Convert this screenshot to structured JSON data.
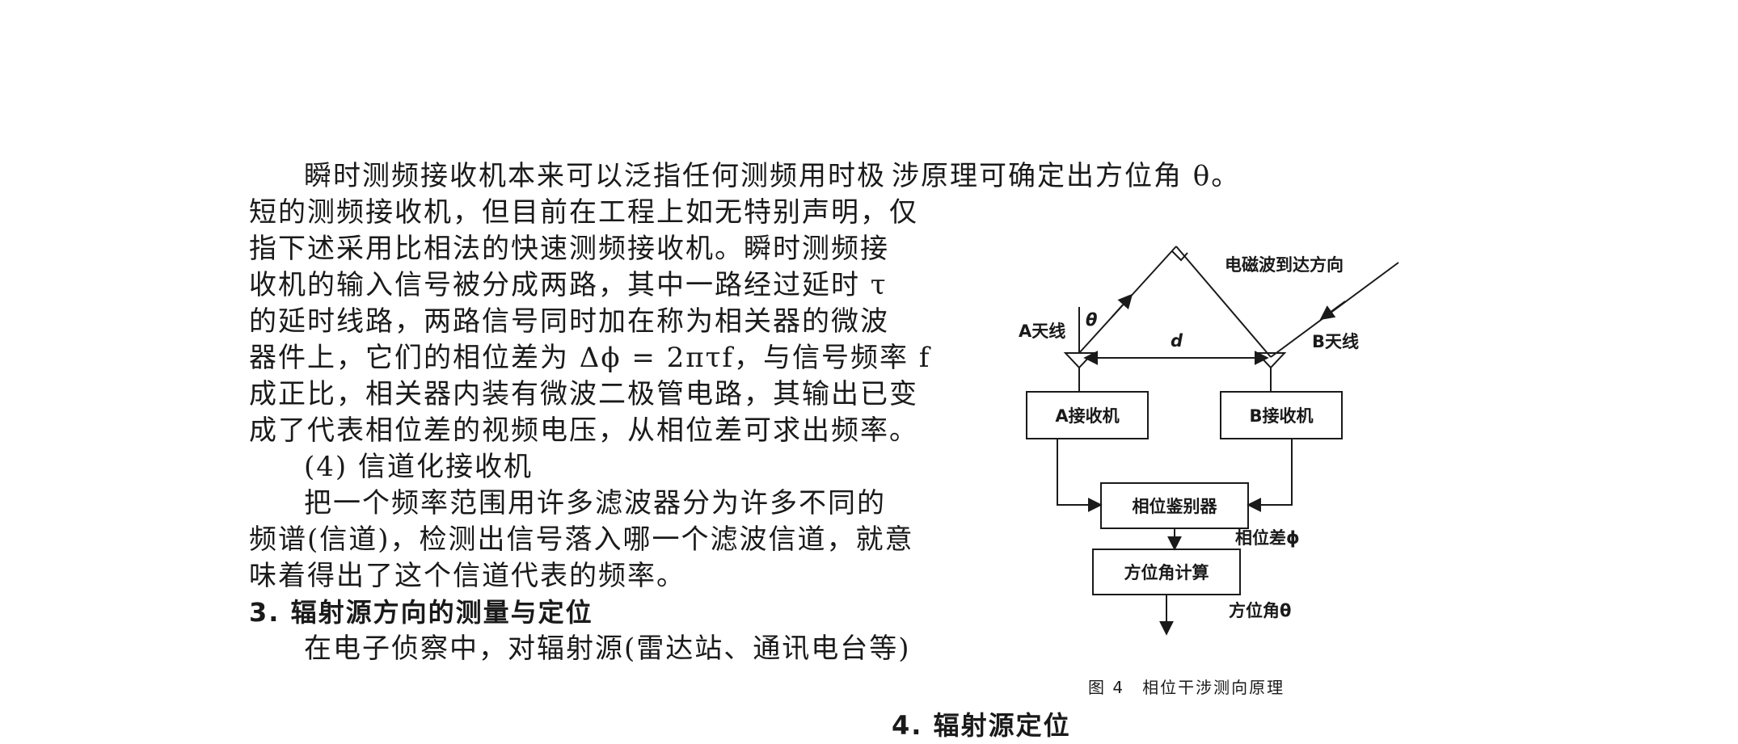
{
  "left_column": {
    "para1": [
      "瞬时测频接收机本来可以泛指任何测频用时极",
      "短的测频接收机，但目前在工程上如无特别声明，仅",
      "指下述采用比相法的快速测频接收机。瞬时测频接",
      "收机的输入信号被分成两路，其中一路经过延时 τ",
      "的延时线路，两路信号同时加在称为相关器的微波",
      "器件上，它们的相位差为 Δϕ = 2πτf，与信号频率 f",
      "成正比，相关器内装有微波二极管电路，其输出已变",
      "成了代表相位差的视频电压，从相位差可求出频率。"
    ],
    "subheading": "(4) 信道化接收机",
    "para2": [
      "把一个频率范围用许多滤波器分为许多不同的",
      "频谱(信道)，检测出信号落入哪一个滤波信道，就意",
      "味着得出了这个信道代表的频率。"
    ],
    "section_heading": "3. 辐射源方向的测量与定位",
    "cut_line": "在电子侦察中，对辐射源(雷达站、通讯电台等)"
  },
  "right_column": {
    "top_line": "涉原理可确定出方位角 θ。",
    "bottom_heading": "4. 辐射源定位"
  },
  "figure": {
    "caption_number": "图 4",
    "caption_title": "相位干涉测向原理",
    "labels": {
      "wave_direction": "电磁波到达方向",
      "antenna_a": "A天线",
      "antenna_b": "B天线",
      "theta": "θ",
      "baseline": "d",
      "receiver_a": "A接收机",
      "receiver_b": "B接收机",
      "phase_discriminator": "相位鉴别器",
      "phase_difference": "相位差ϕ",
      "azimuth_calc": "方位角计算",
      "azimuth_output": "方位角θ"
    }
  }
}
